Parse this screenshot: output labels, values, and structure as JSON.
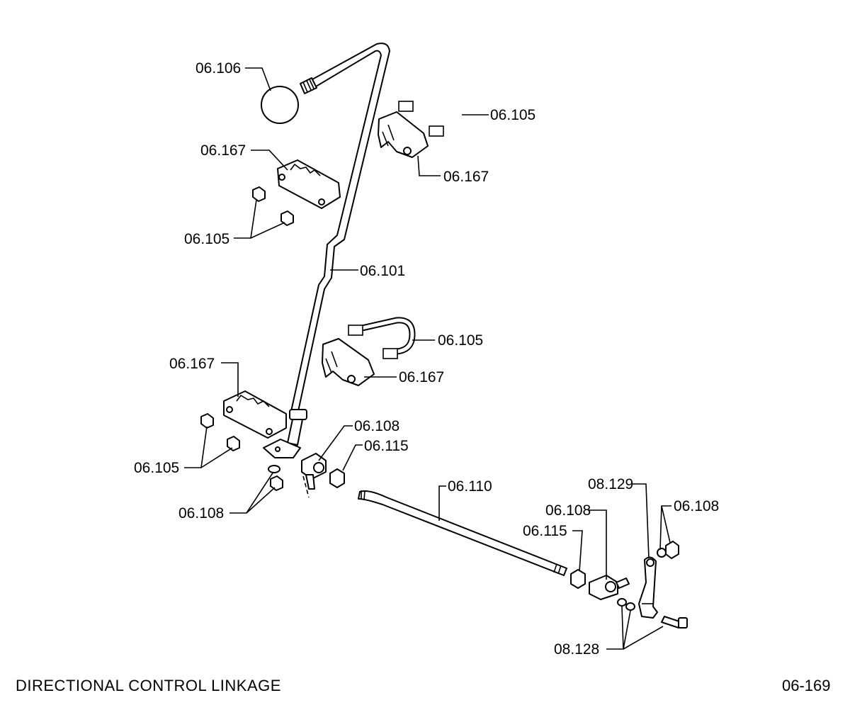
{
  "title": "DIRECTIONAL CONTROL LINKAGE",
  "page_number": "06-169",
  "callouts": [
    "06.106",
    "06.105",
    "06.167",
    "06.167",
    "06.105",
    "06.101",
    "06.105",
    "06.167",
    "06.167",
    "06.108",
    "06.115",
    "06.105",
    "06.108",
    "06.110",
    "08.129",
    "06.108",
    "06.108",
    "06.115",
    "08.128"
  ]
}
